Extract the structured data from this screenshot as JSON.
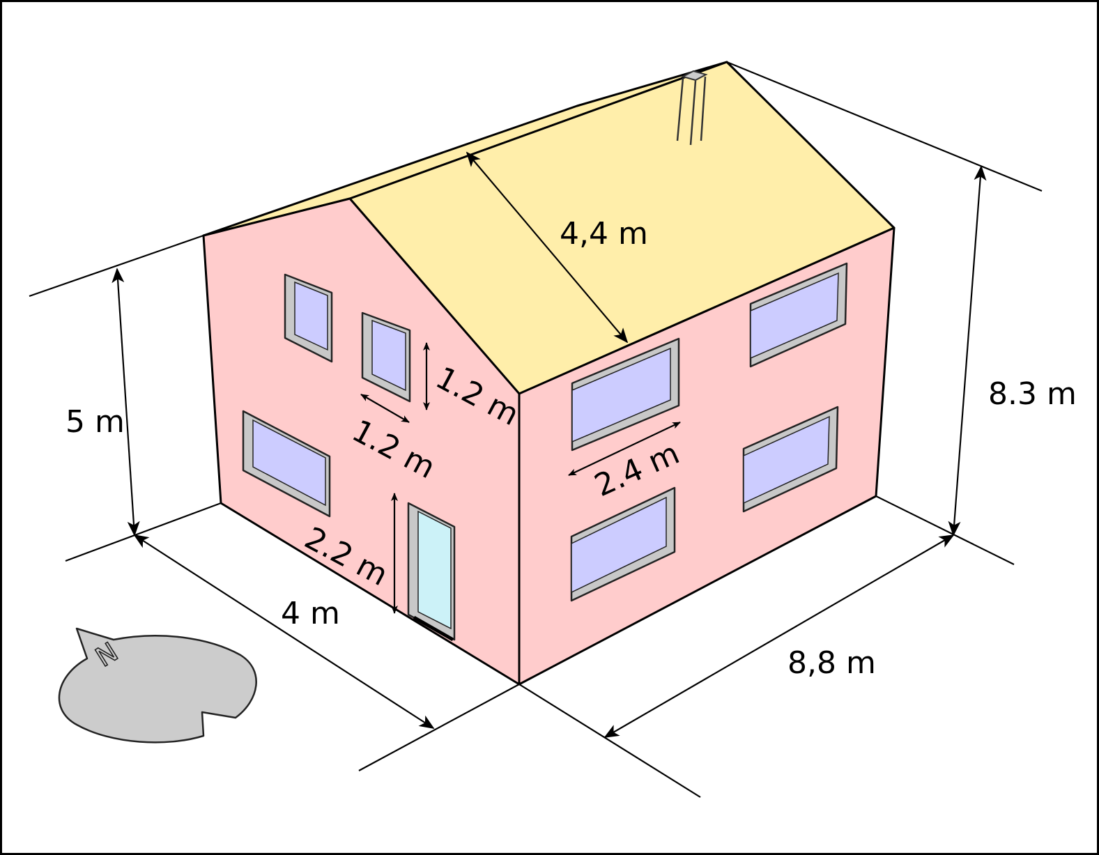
{
  "labels": {
    "eave_height": "5 m",
    "gable_width": "4 m",
    "side_length": "8,8 m",
    "ridge_height": "8.3 m",
    "roof_slope": "4,4 m",
    "window_height": "1.2 m",
    "window_width": "1.2 m",
    "wide_window_width": "2.4 m",
    "door_height": "2.2 m",
    "compass": "N"
  },
  "colors": {
    "wall": "#ffcccc",
    "roof": "#ffeeaa",
    "window_glass": "#ccccff",
    "door_glass": "#ccf2f8",
    "window_frame": "#c8c8c8",
    "compass": "#cccccc",
    "chimney": "#cccccc"
  }
}
